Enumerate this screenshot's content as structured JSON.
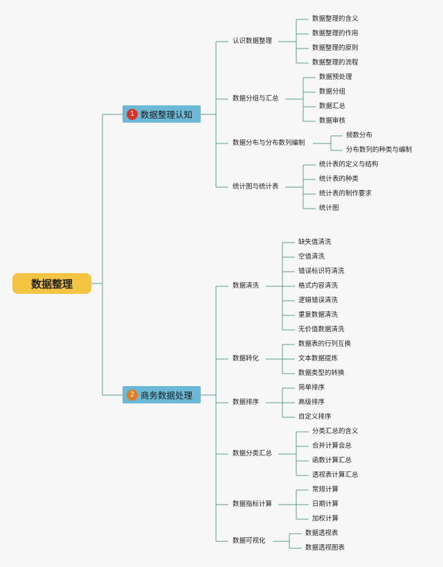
{
  "root": "数据整理",
  "branches": [
    {
      "num": "1",
      "num_color": "#d9332a",
      "label": "数据整理认知",
      "groups": [
        {
          "label": "认识数据整理",
          "items": [
            "数据整理的含义",
            "数据整理的作用",
            "数据整理的原则",
            "数据整理的流程"
          ]
        },
        {
          "label": "数据分组与汇总",
          "items": [
            "数据预处理",
            "数据分组",
            "数据汇总",
            "数据审核"
          ]
        },
        {
          "label": "数据分布与分布数列编制",
          "items": [
            "频数分布",
            "分布数列的种类与编制"
          ]
        },
        {
          "label": "统计图与统计表",
          "items": [
            "统计表的定义与结构",
            "统计表的种类",
            "统计表的制作要求",
            "统计图"
          ]
        }
      ]
    },
    {
      "num": "2",
      "num_color": "#e07b20",
      "label": "商务数据处理",
      "groups": [
        {
          "label": "数据清洗",
          "items": [
            "缺失值清洗",
            "空值清洗",
            "错误标识符清洗",
            "格式内容清洗",
            "逻辑错误清洗",
            "重复数据清洗",
            "无价值数据清洗"
          ]
        },
        {
          "label": "数据转化",
          "items": [
            "数据表的行列互换",
            "文本数据提炼",
            "数据类型的转换"
          ]
        },
        {
          "label": "数据排序",
          "items": [
            "简单排序",
            "高级排序",
            "自定义排序"
          ]
        },
        {
          "label": "数据分类汇总",
          "items": [
            "分类汇总的含义",
            "合并计算会总",
            "函数计算汇总",
            "透视表计算汇总"
          ]
        },
        {
          "label": "数据指标计算",
          "items": [
            "常规计算",
            "日期计算",
            "加权计算"
          ]
        },
        {
          "label": "数据可视化",
          "items": [
            "数据透视表",
            "数据透视图表"
          ]
        }
      ]
    }
  ]
}
